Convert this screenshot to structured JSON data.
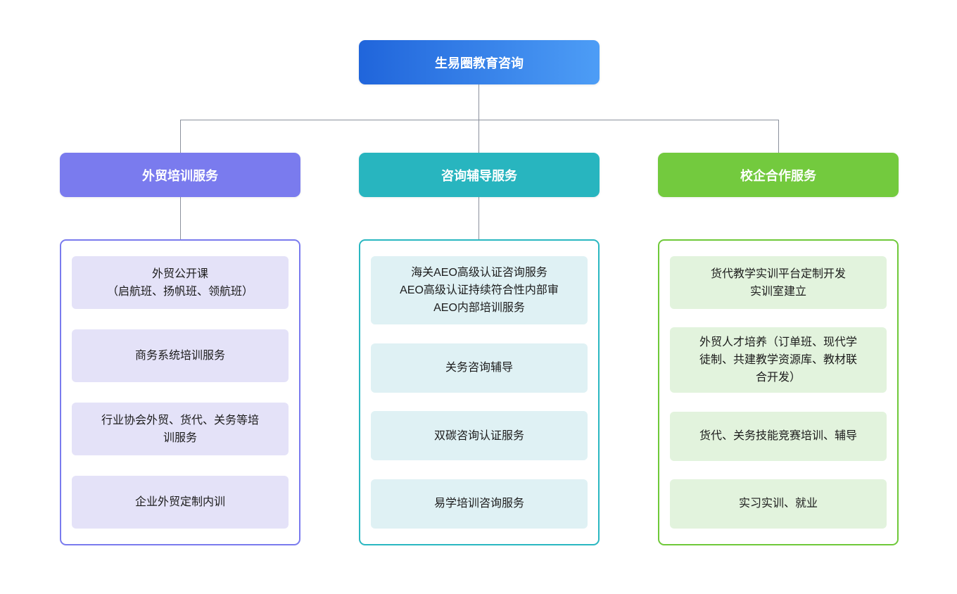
{
  "connector_color": "#8B919D",
  "root": {
    "label": "生易圈教育咨询",
    "gradient_from": "#2065DB",
    "gradient_to": "#4D9DF6",
    "text_color": "#ffffff"
  },
  "branches": [
    {
      "id": "foreign-trade-training",
      "label": "外贸培训服务",
      "header_color": "#7A7BEE",
      "border_color": "#7A7BEE",
      "item_bg": "#E4E2F8",
      "items": [
        {
          "text": "外贸公开课\n（启航班、扬帆班、领航班）"
        },
        {
          "text": "商务系统培训服务"
        },
        {
          "text": "行业协会外贸、货代、关务等培\n训服务"
        },
        {
          "text": "企业外贸定制内训"
        }
      ]
    },
    {
      "id": "consulting-coaching",
      "label": "咨询辅导服务",
      "header_color": "#28B5BF",
      "border_color": "#2AB7C1",
      "item_bg": "#DFF1F4",
      "items": [
        {
          "text": "海关AEO高级认证咨询服务\nAEO高级认证持续符合性内部审\nAEO内部培训服务"
        },
        {
          "text": "关务咨询辅导"
        },
        {
          "text": "双碳咨询认证服务"
        },
        {
          "text": "易学培训咨询服务"
        }
      ]
    },
    {
      "id": "school-enterprise-cooperation",
      "label": "校企合作服务",
      "header_color": "#73CA3E",
      "border_color": "#6FC939",
      "item_bg": "#E2F3DD",
      "items": [
        {
          "text": "货代教学实训平台定制开发\n实训室建立"
        },
        {
          "text": "外贸人才培养（订单班、现代学\n徒制、共建教学资源库、教材联\n合开发）"
        },
        {
          "text": "货代、关务技能竞赛培训、辅导"
        },
        {
          "text": "实习实训、就业"
        }
      ]
    }
  ]
}
